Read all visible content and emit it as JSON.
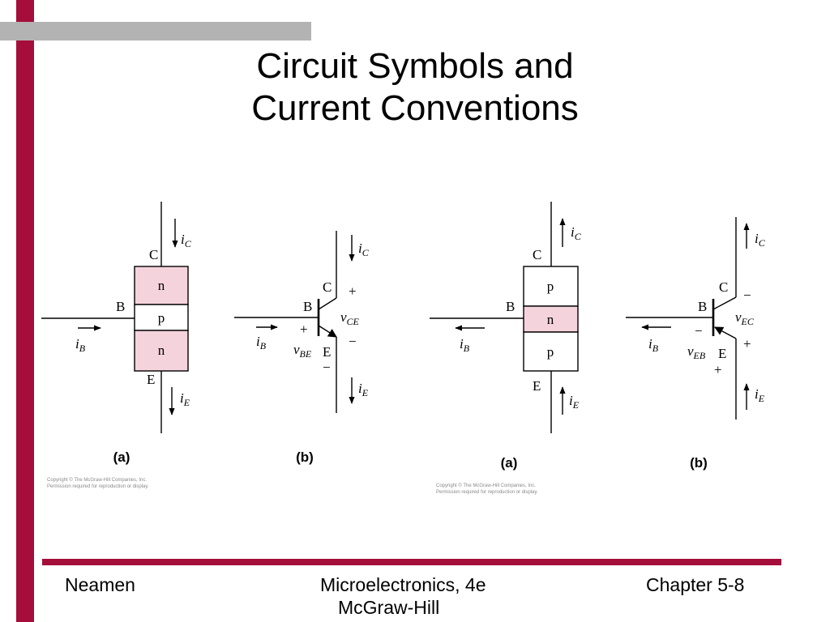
{
  "slide": {
    "title_line1": "Circuit Symbols and",
    "title_line2": "Current Conventions"
  },
  "colors": {
    "accent": "#a50d3a",
    "doped_fill": "#f5d3dc",
    "gray_bar": "#b3b3b3"
  },
  "npn": {
    "structure": {
      "label_c": "C",
      "label_b": "B",
      "label_e": "E",
      "layer1": "n",
      "layer2": "p",
      "layer3": "n",
      "i_c": "i",
      "i_c_sub": "C",
      "i_b": "i",
      "i_b_sub": "B",
      "i_e": "i",
      "i_e_sub": "E",
      "caption": "(a)"
    },
    "symbol": {
      "label_c": "C",
      "label_b": "B",
      "label_e": "E",
      "i_c": "i",
      "i_c_sub": "C",
      "i_b": "i",
      "i_b_sub": "B",
      "i_e": "i",
      "i_e_sub": "E",
      "v_ce": "v",
      "v_ce_sub": "CE",
      "v_be": "v",
      "v_be_sub": "BE",
      "plus_ce": "+",
      "minus_ce": "−",
      "plus_be": "+",
      "minus_be": "−",
      "caption": "(b)"
    },
    "copyright_line1": "Copyright © The McGraw-Hill Companies, Inc.",
    "copyright_line2": "Permission required for reproduction or display."
  },
  "pnp": {
    "structure": {
      "label_c": "C",
      "label_b": "B",
      "label_e": "E",
      "layer1": "p",
      "layer2": "n",
      "layer3": "p",
      "i_c": "i",
      "i_c_sub": "C",
      "i_b": "i",
      "i_b_sub": "B",
      "i_e": "i",
      "i_e_sub": "E",
      "caption": "(a)"
    },
    "symbol": {
      "label_c": "C",
      "label_b": "B",
      "label_e": "E",
      "i_c": "i",
      "i_c_sub": "C",
      "i_b": "i",
      "i_b_sub": "B",
      "i_e": "i",
      "i_e_sub": "E",
      "v_ec": "v",
      "v_ec_sub": "EC",
      "v_eb": "v",
      "v_eb_sub": "EB",
      "minus_ec": "−",
      "plus_ec": "+",
      "minus_eb": "−",
      "plus_eb": "+",
      "caption": "(b)"
    },
    "copyright_line1": "Copyright © The McGraw-Hill Companies, Inc.",
    "copyright_line2": "Permission required for reproduction or display."
  },
  "footer": {
    "author": "Neamen",
    "book_line1": "Microelectronics, 4e",
    "book_line2": "McGraw-Hill",
    "chapter": "Chapter 5-8"
  }
}
